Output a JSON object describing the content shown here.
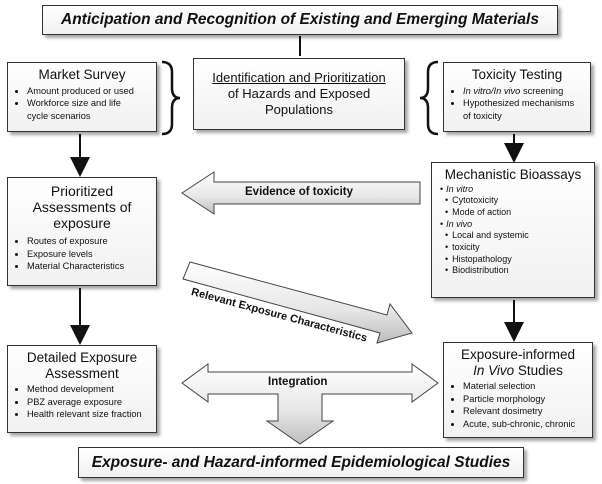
{
  "top_title": "Anticipation and Recognition of Existing and Emerging Materials",
  "bottom_title": "Exposure- and Hazard-informed Epidemiological Studies",
  "identification": {
    "line1": "Identification and Prioritization",
    "line2": "of Hazards and Exposed",
    "line3": "Populations"
  },
  "market_survey": {
    "title": "Market Survey",
    "items": [
      "Amount produced or used",
      "Workforce size and life",
      "cycle scenarios"
    ]
  },
  "toxicity_testing": {
    "title": "Toxicity Testing",
    "item1_italic": "In vitro/In vivo",
    "item1_rest": " screening",
    "item2_line1": "Hypothesized mechanisms",
    "item2_line2": "of toxicity"
  },
  "prioritized": {
    "line1": "Prioritized",
    "line2": "Assessments of",
    "line3": "exposure",
    "items": [
      "Routes of exposure",
      "Exposure levels",
      "Material Characteristics"
    ]
  },
  "mechanistic": {
    "title": "Mechanistic Bioassays",
    "in_vitro": "In vitro",
    "in_vitro_items": [
      "Cytotoxicity",
      "Mode of action"
    ],
    "in_vivo": "In vivo",
    "in_vivo_items": [
      "Local and systemic",
      "toxicity",
      "Histopathology",
      "Biodistribution"
    ]
  },
  "detailed": {
    "line1": "Detailed Exposure",
    "line2": "Assessment",
    "items": [
      "Method development",
      "PBZ average exposure",
      "Health relevant size fraction"
    ]
  },
  "exposure_informed": {
    "line1": "Exposure-informed",
    "line2": "In Vivo",
    "line2_rest": " Studies",
    "items": [
      "Material selection",
      "Particle morphology",
      "Relevant dosimetry",
      "Acute, sub-chronic, chronic"
    ]
  },
  "arrows": {
    "evidence": "Evidence of toxicity",
    "relevant": "Relevant Exposure Characteristics",
    "integration": "Integration"
  }
}
